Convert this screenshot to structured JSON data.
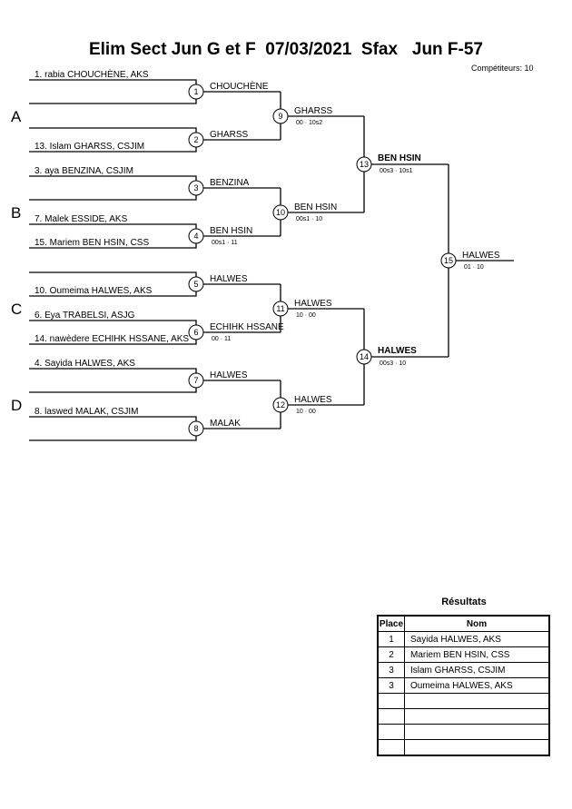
{
  "header": {
    "title": "Elim Sect Jun G et F  07/03/2021  Sfax   Jun F-57",
    "competitors": "Compétiteurs: 10"
  },
  "pools": [
    "A",
    "B",
    "C",
    "D"
  ],
  "competitors": [
    "1. rabia CHOUCHÈNE, AKS",
    "13. Islam GHARSS, CSJIM",
    "3. aya BENZINA, CSJIM",
    "7. Malek ESSIDE, AKS",
    "15. Mariem BEN HSIN, CSS",
    "10. Oumeima HALWES, AKS",
    "6. Eya TRABELSI, ASJG",
    "14. nawèdere ECHIHK HSSANE, AKS",
    "4. Sayida HALWES, AKS",
    "8. laswed MALAK, CSJIM"
  ],
  "matches": {
    "m1": {
      "num": "1",
      "winner": "CHOUCHÈNE",
      "score": ""
    },
    "m2": {
      "num": "2",
      "winner": "GHARSS",
      "score": ""
    },
    "m3": {
      "num": "3",
      "winner": "BENZINA",
      "score": ""
    },
    "m4": {
      "num": "4",
      "winner": "BEN HSIN",
      "score": "00s1 · 11"
    },
    "m5": {
      "num": "5",
      "winner": "HALWES",
      "score": ""
    },
    "m6": {
      "num": "6",
      "winner": "ECHIHK HSSANE",
      "score": "00 · 11"
    },
    "m7": {
      "num": "7",
      "winner": "HALWES",
      "score": ""
    },
    "m8": {
      "num": "8",
      "winner": "MALAK",
      "score": ""
    },
    "m9": {
      "num": "9",
      "winner": "GHARSS",
      "score": "00 · 10s2"
    },
    "m10": {
      "num": "10",
      "winner": "BEN HSIN",
      "score": "00s1 · 10"
    },
    "m11": {
      "num": "11",
      "winner": "HALWES",
      "score": "10 · 00"
    },
    "m12": {
      "num": "12",
      "winner": "HALWES",
      "score": "10 · 00"
    },
    "m13": {
      "num": "13",
      "winner": "BEN HSIN",
      "score": "00s3 · 10s1"
    },
    "m14": {
      "num": "14",
      "winner": "HALWES",
      "score": "00s3 · 10"
    },
    "m15": {
      "num": "15",
      "winner": "HALWES",
      "score": "01 · 10"
    }
  },
  "results": {
    "title": "Résultats",
    "headers": [
      "Place",
      "Nom"
    ],
    "rows": [
      {
        "place": "1",
        "name": "Sayida HALWES, AKS"
      },
      {
        "place": "2",
        "name": "Mariem BEN HSIN, CSS"
      },
      {
        "place": "3",
        "name": "Islam GHARSS, CSJIM"
      },
      {
        "place": "3",
        "name": "Oumeima HALWES, AKS"
      },
      {
        "place": "",
        "name": ""
      },
      {
        "place": "",
        "name": ""
      },
      {
        "place": "",
        "name": ""
      },
      {
        "place": "",
        "name": ""
      }
    ]
  }
}
